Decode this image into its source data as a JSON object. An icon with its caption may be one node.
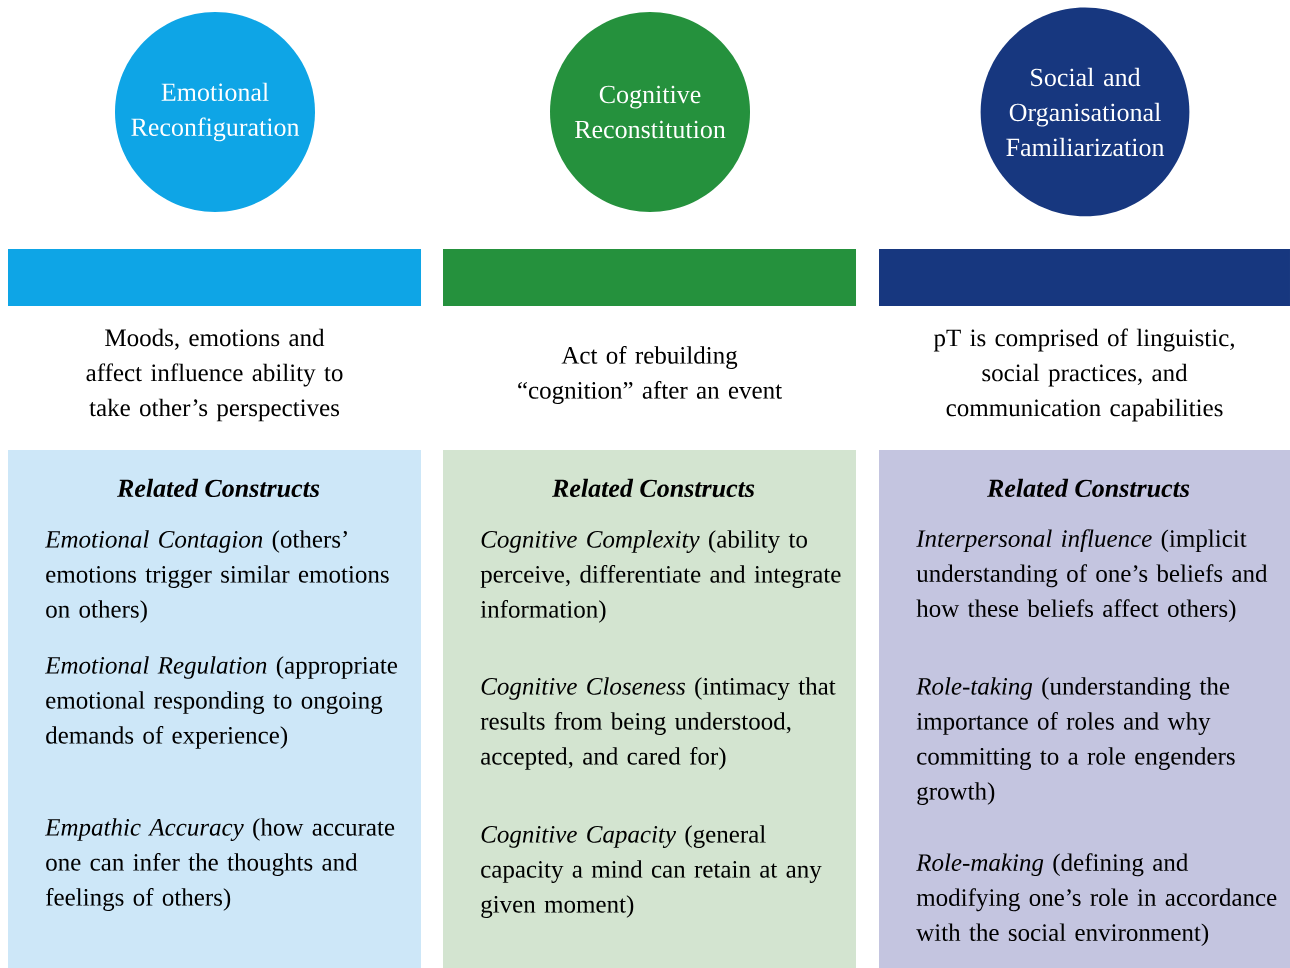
{
  "diagram": {
    "nodes": [
      {
        "text": [
          "Emotional Reconfiguration"
        ]
      },
      {
        "text": [
          "Cognitive Reconstitution"
        ]
      },
      {
        "text": [
          "Social and Organisational Familiarization"
        ]
      },
      {
        "text": [],
        "shape": "bar"
      },
      {
        "text": [],
        "shape": "bar"
      },
      {
        "text": [],
        "shape": "bar"
      },
      {
        "text": [
          "Related Constructs",
          "*Emotional Contagion* (others’ emotions trigger similar emotions on others)",
          "*Emotional Regulation* (appropriate emotional responding to ongoing demands of experience)",
          "*Empathic Accuracy* (how accurate one can infer the thoughts and feelings of others)"
        ]
      },
      {
        "text": [
          "Related Constructs",
          "*Cognitive Complexity* (ability to perceive, differentiate and integrate information)",
          "*Cognitive Closeness* (intimacy that results from being understood, accepted, and cared for)",
          "*Cognitive Capacity* (general capacity a mind can retain at any given moment)"
        ]
      },
      {
        "text": [
          "Related Constructs",
          "*Interpersonal influence* (implicit understanding of one’s beliefs and how these beliefs affect others)",
          "*Role-taking* (understanding the importance of roles and why committing to a role engenders growth)",
          "*Role-making* (defining and modifying one’s role in accordance with the social environment)"
        ]
      }
    ],
    "edges": [],
    "labels": [
      "Moods, emotions and affect influence ability to take other’s perspectives",
      "Act of rebuilding “cognition” after an event",
      "pT is comprised of linguistic, social practices, and communication capabilities"
    ]
  }
}
